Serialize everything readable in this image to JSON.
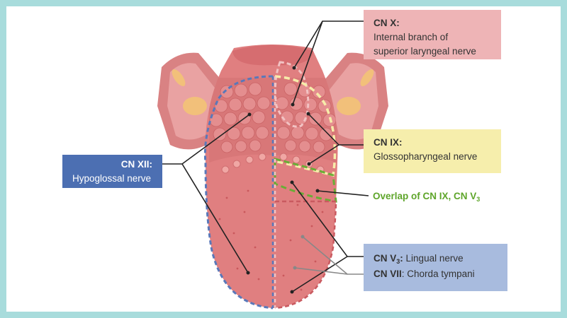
{
  "colors": {
    "background_border": "#a8dcdc",
    "cn_x_box": "#eeb4b6",
    "cn_ix_box": "#f6eeac",
    "cn_xii_box": "#4c6fb2",
    "cn_v3_box": "#a8bbde",
    "overlap_text": "#5ea52a",
    "tongue": "#e07f80",
    "outline_blue": "#5a78b9",
    "outline_yellow": "#f7ecaa",
    "outline_green": "#6aad36"
  },
  "labels": {
    "cn_x": {
      "title": "CN X:",
      "desc_line1": "Internal branch of",
      "desc_line2": "superior laryngeal nerve"
    },
    "cn_ix": {
      "title": "CN IX:",
      "desc": "Glossopharyngeal nerve"
    },
    "cn_xii": {
      "title": "CN XII:",
      "desc": "Hypoglossal nerve"
    },
    "overlap": {
      "prefix": "Overlap of CN IX, CN V",
      "sub": "3"
    },
    "cn_v3": {
      "title_prefix": "CN V",
      "title_sub": "3",
      "title_suffix": ":",
      "desc": "Lingual nerve"
    },
    "cn_vii": {
      "title": "CN VII",
      "suffix": ":",
      "desc": "Chorda tympani"
    }
  }
}
